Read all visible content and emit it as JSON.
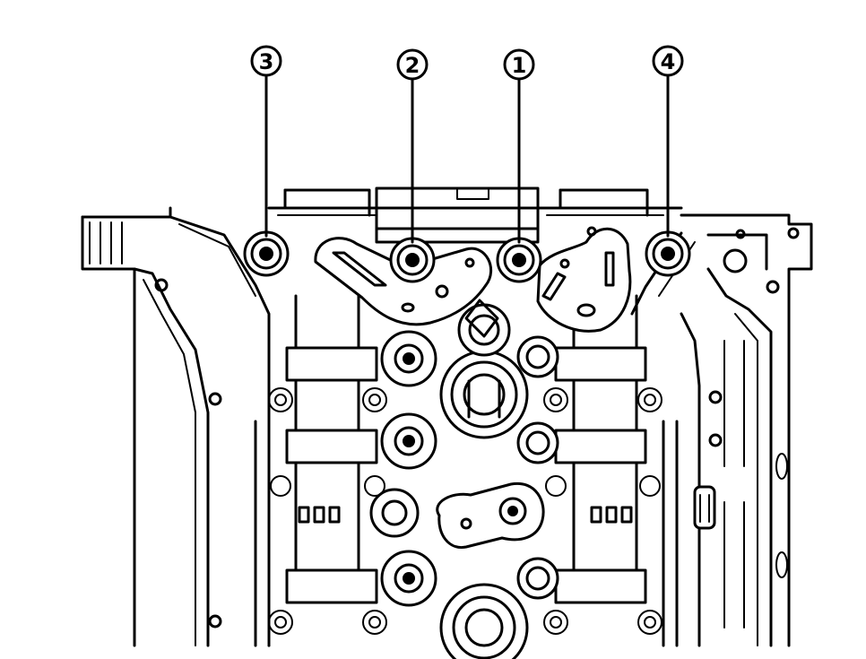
{
  "callouts": [
    {
      "label": "3",
      "name": "bolt-3"
    },
    {
      "label": "2",
      "name": "bolt-2"
    },
    {
      "label": "1",
      "name": "bolt-1"
    },
    {
      "label": "4",
      "name": "bolt-4"
    }
  ],
  "colors": {
    "line": "#000000",
    "background": "#ffffff"
  }
}
